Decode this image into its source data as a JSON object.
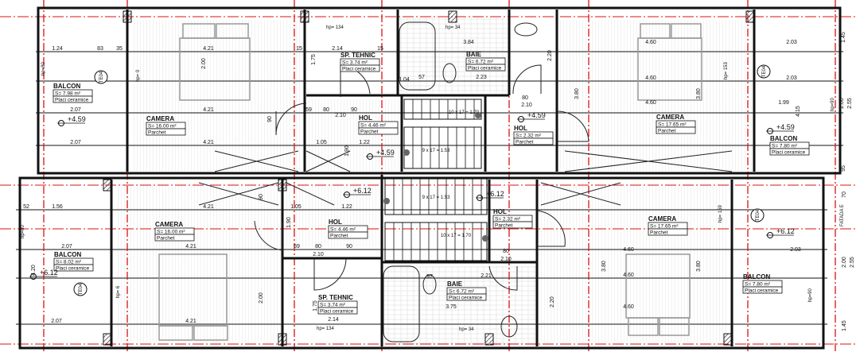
{
  "rooms": [
    {
      "name": "BALCON",
      "area": "S= 7.98 m²",
      "finish": "Placi ceramice"
    },
    {
      "name": "CAMERA",
      "area": "S= 16.00 m²",
      "finish": "Parchet"
    },
    {
      "name": "SP. TEHNIC",
      "area": "S= 3.74 m²",
      "finish": "Placi ceramice"
    },
    {
      "name": "HOL",
      "area": "S= 4.46 m²",
      "finish": "Parchet"
    },
    {
      "name": "BAIE",
      "area": "S= 6.72 m²",
      "finish": "Placi ceramice"
    },
    {
      "name": "HOL",
      "area": "S= 2.32 m²",
      "finish": "Parchet"
    },
    {
      "name": "CAMERA",
      "area": "S= 17.65 m²",
      "finish": "Parchet"
    },
    {
      "name": "BALCON",
      "area": "S= 7.80 m²",
      "finish": "Placi ceramice"
    },
    {
      "name": "BALCON",
      "area": "S= 8.02 m²",
      "finish": "Placi ceramice"
    },
    {
      "name": "CAMERA",
      "area": "S= 16.00 m²",
      "finish": "Parchet"
    },
    {
      "name": "HOL",
      "area": "S= 4.46 m²",
      "finish": "Parchet"
    },
    {
      "name": "SP. TEHNIC",
      "area": "S= 3.74 m²",
      "finish": "Placi ceramice"
    },
    {
      "name": "BAIE",
      "area": "S= 6.72 m²",
      "finish": "Placi ceramice"
    },
    {
      "name": "HOL",
      "area": "S= 2.32 m²",
      "finish": "Parchet"
    },
    {
      "name": "CAMERA",
      "area": "S= 17.65 m²",
      "finish": "Parchet"
    },
    {
      "name": "BALCON",
      "area": "S= 7.80 m²",
      "finish": "Placi ceramice"
    }
  ],
  "elevations": [
    "+4.59",
    "+4.59",
    "+6.12",
    "+6.12",
    "+4.59",
    "+4.59",
    "+6.12",
    "+6.12"
  ],
  "stairs": [
    "10 x 17 = 1.70",
    "9 x 17 = 1.53",
    "9 x 17 = 1.53",
    "10 x 17 = 1.70"
  ],
  "sill_heights": [
    "hp= 134",
    "hp= 34",
    "hp= 0",
    "hp= 153",
    "hp= 6",
    "hp= 159",
    "hp= 134",
    "hp= 34",
    "hp=90",
    "hp=90",
    "hp=80",
    "hp=80"
  ],
  "tags": [
    "TE04",
    "TE04",
    "TE04",
    "TE04"
  ],
  "facade_label": "FATADA E",
  "dimensions": [
    "1.24",
    "83",
    "35",
    "4.21",
    "15",
    "2.14",
    "15",
    "1.04",
    "57",
    "2.23",
    "3.84",
    "4.60",
    "4.60",
    "4.60",
    "2.03",
    "2.03",
    "1.99",
    "2.07",
    "2.07",
    "4.21",
    "4.21",
    "59",
    "80",
    "90",
    "2.10",
    "1.05",
    "1.22",
    "80",
    "2.10",
    "2.00",
    "2.55",
    "95",
    "1.45",
    "52",
    "1.56",
    "4.21",
    "2.07",
    "2.07",
    "4.21",
    "4.21",
    "1.05",
    "1.22",
    "59",
    "80",
    "90",
    "2.10",
    "2.14",
    "97",
    "4.60",
    "4.60",
    "4.60",
    "2.03",
    "2.21",
    "3.75",
    "80",
    "2.10",
    "70",
    "2.00",
    "2.55",
    "1.45",
    "3.80",
    "3.80",
    "3.80",
    "3.80",
    "2.20",
    "2.20",
    "1.75",
    "1.75",
    "2.00",
    "2.00",
    "4.20",
    "4.15",
    "1.90",
    "1.90",
    "90",
    "90"
  ]
}
